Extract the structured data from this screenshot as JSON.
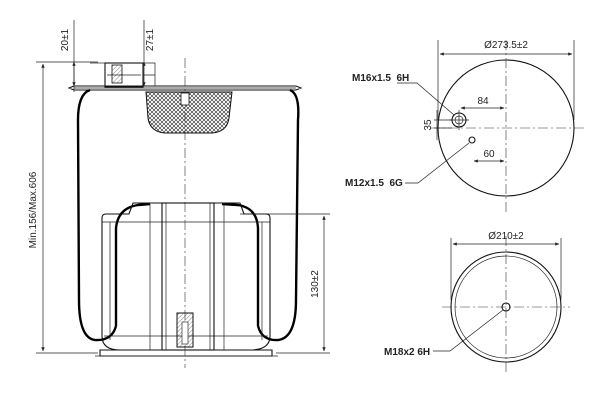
{
  "side_view": {
    "dim_overall_height": "Min.156/Max.606",
    "dim_top_left": "20±1",
    "dim_top_right": "27±1",
    "dim_piston_height": "130±2"
  },
  "top_view": {
    "dim_diameter": "Ø273.5±2",
    "dim_offset_x": "84",
    "dim_offset_y": "35",
    "dim_small_offset": "60",
    "thread_large": "M16x1.5  6H",
    "thread_small": "M12x1.5  6G"
  },
  "bottom_view": {
    "dim_diameter": "Ø210±2",
    "thread": "M18x2 6H"
  }
}
